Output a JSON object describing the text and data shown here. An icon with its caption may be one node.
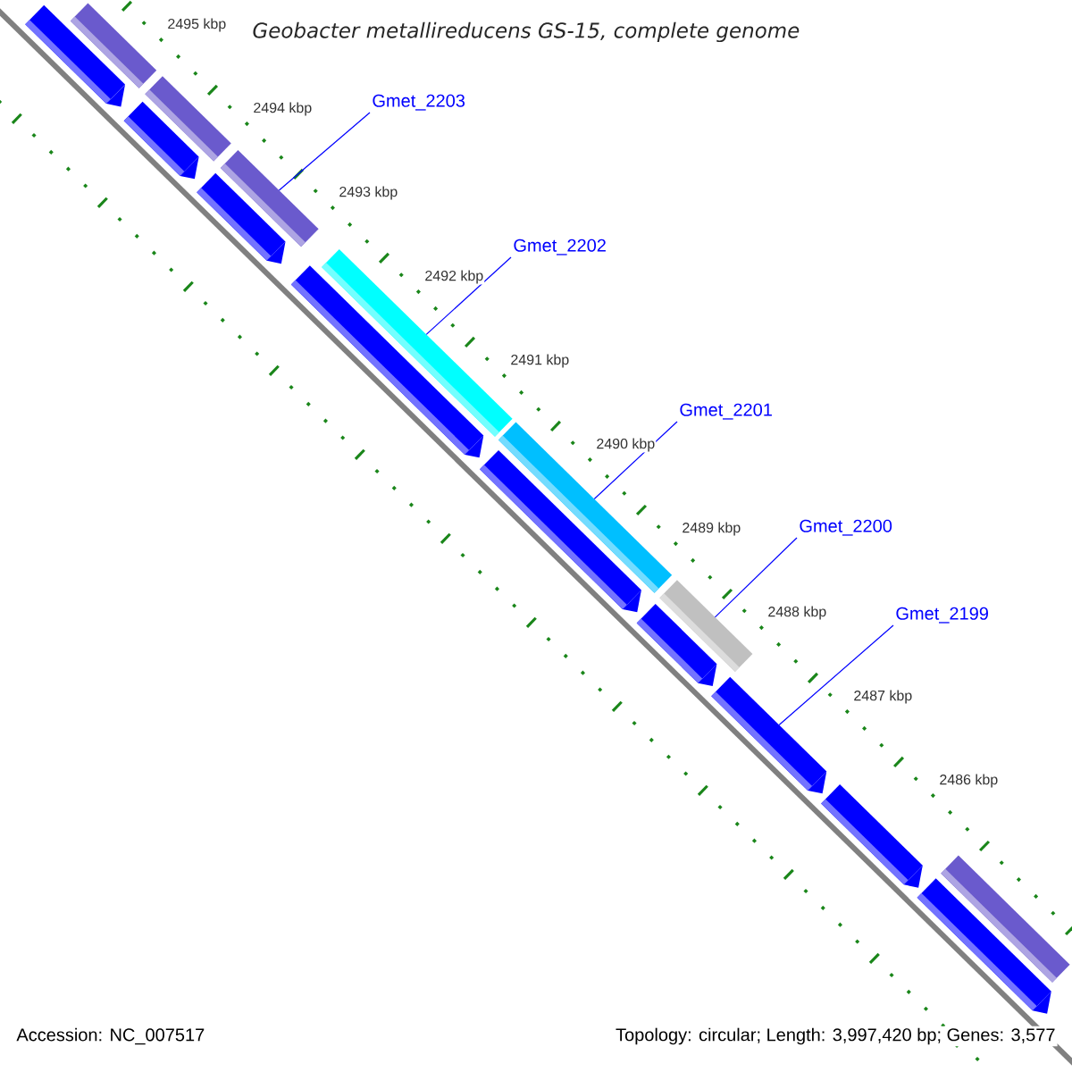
{
  "diagram": {
    "title": "Geobacter metallireducens GS-15, complete genome",
    "nodes": [
      {
        "text": [
          "Gmet_2203"
        ]
      },
      {
        "text": [
          "Gmet_2202"
        ]
      },
      {
        "text": [
          "Gmet_2201"
        ]
      },
      {
        "text": [
          "Gmet_2200"
        ]
      },
      {
        "text": [
          "Gmet_2199"
        ]
      },
      {
        "text": [],
        "shape": "bar"
      },
      {
        "text": [],
        "shape": "bar"
      },
      {
        "text": [],
        "shape": "bar"
      },
      {
        "text": [],
        "shape": "bar"
      },
      {
        "text": [],
        "shape": "bar"
      },
      {
        "text": [],
        "shape": "bar"
      },
      {
        "text": [],
        "shape": "bar"
      },
      {
        "text": [],
        "shape": "bar"
      },
      {
        "text": [],
        "shape": "bar"
      },
      {
        "text": [],
        "shape": "bar"
      },
      {
        "text": [],
        "shape": "bar"
      },
      {
        "text": [],
        "shape": "bar"
      },
      {
        "text": [],
        "shape": "bar"
      },
      {
        "text": [],
        "shape": "bar"
      },
      {
        "text": [],
        "shape": "bar"
      },
      {
        "text": [],
        "shape": "bar"
      }
    ],
    "edges": [
      {
        "from": 0,
        "to": 9,
        "arrow": "none"
      },
      {
        "from": 1,
        "to": 11,
        "arrow": "none"
      },
      {
        "from": 2,
        "to": 13,
        "arrow": "none"
      },
      {
        "from": 3,
        "to": 15,
        "arrow": "none"
      },
      {
        "from": 4,
        "to": 17,
        "arrow": "none"
      }
    ],
    "labels": [
      "2495 kbp",
      "2494 kbp",
      "2493 kbp",
      "2492 kbp",
      "2491 kbp",
      "2490 kbp",
      "2489 kbp",
      "2488 kbp",
      "2487 kbp",
      "2486 kbp",
      "Accession: NC_007517",
      "Topology: circular; Length: 3,997,420 bp; Genes: 3,577"
    ]
  }
}
